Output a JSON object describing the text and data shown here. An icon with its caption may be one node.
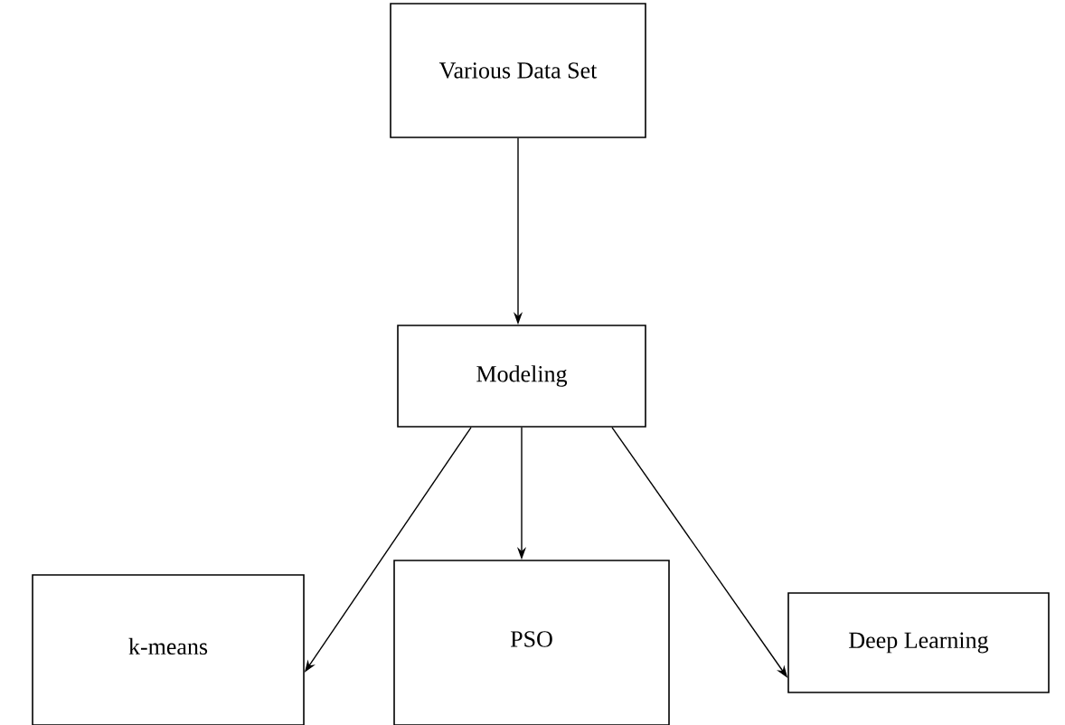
{
  "diagram": {
    "nodes": [
      {
        "text": [
          "Various Data Set"
        ]
      },
      {
        "text": [
          "Modeling"
        ]
      },
      {
        "text": [
          "k-means"
        ]
      },
      {
        "text": [
          "PSO"
        ]
      },
      {
        "text": [
          "Deep Learning"
        ]
      }
    ],
    "edges": [
      {
        "from": 0,
        "to": 1,
        "arrow": "to"
      },
      {
        "from": 1,
        "to": 2,
        "arrow": "to"
      },
      {
        "from": 1,
        "to": 3,
        "arrow": "to"
      },
      {
        "from": 1,
        "to": 4,
        "arrow": "to"
      }
    ]
  }
}
